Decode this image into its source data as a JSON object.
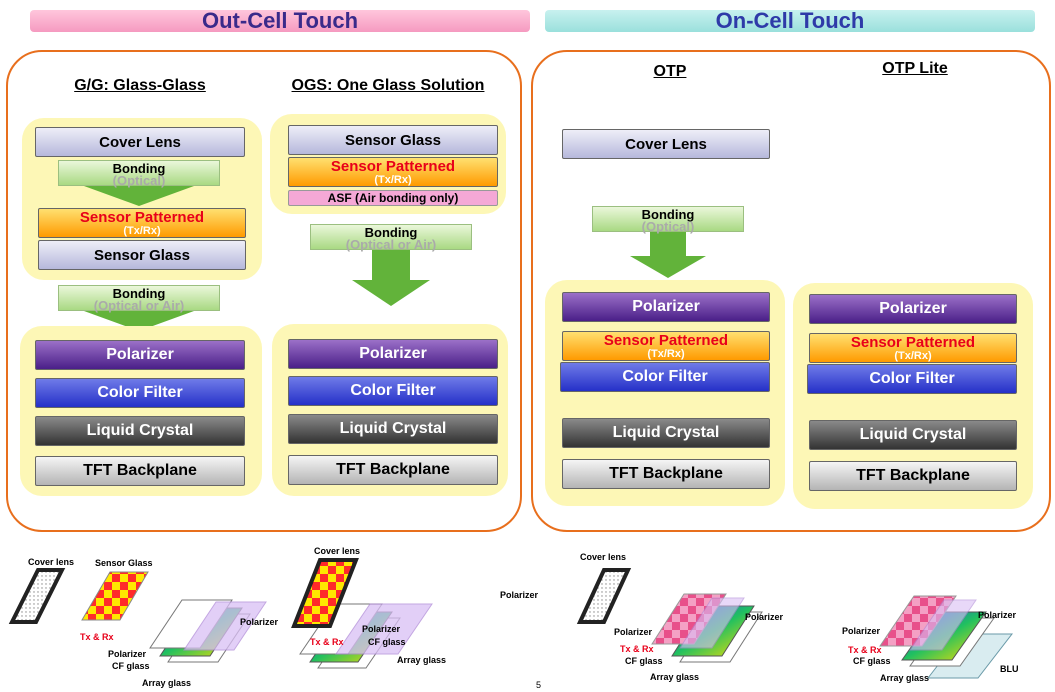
{
  "banners": {
    "left": "Out-Cell Touch",
    "right": "On-Cell Touch"
  },
  "columns": {
    "gg": "G/G: Glass-Glass",
    "ogs": "OGS: One Glass Solution",
    "otp": "OTP",
    "otp_lite": "OTP Lite"
  },
  "layers": {
    "cover_lens": "Cover Lens",
    "sensor_glass": "Sensor Glass",
    "sensor_patterned": "Sensor Patterned",
    "tx_rx": "(Tx/Rx)",
    "asf": "ASF (Air bonding only)",
    "polarizer": "Polarizer",
    "color_filter": "Color Filter",
    "liquid_crystal": "Liquid Crystal",
    "tft_backplane": "TFT Backplane"
  },
  "bonding": {
    "label": "Bonding",
    "optical": "(Optical)",
    "optical_or_air": "(Optical or Air)"
  },
  "diagram_labels": {
    "cover_lens": "Cover lens",
    "sensor_glass": "Sensor Glass",
    "tx_rx": "Tx & Rx",
    "polarizer": "Polarizer",
    "cf_glass": "CF glass",
    "array_glass": "Array glass",
    "blu": "BLU"
  },
  "page_number": "5",
  "colors": {
    "outer_border": "#e86f1d",
    "group_fill": "#fdf7b6",
    "sensor_red": "#e8001a",
    "polarizer": "#4a1f88",
    "color_filter": "#2530c8"
  }
}
